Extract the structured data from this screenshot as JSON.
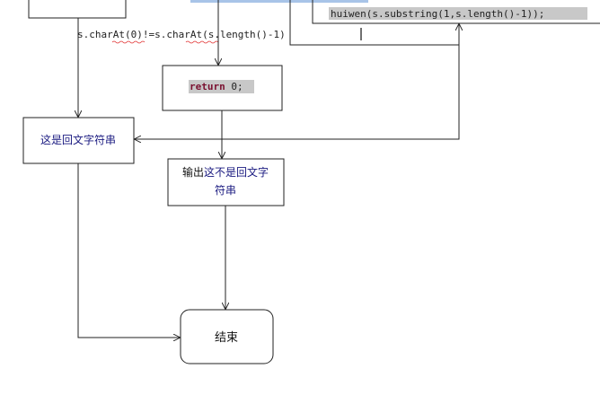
{
  "nodes": {
    "condition_label": "s.charAt(0)!=s.charAt(s.length()-1)",
    "return_box": {
      "keyword": "return",
      "value": "0;"
    },
    "recursive_call": "huiwen(s.substring(1,s.length()-1));",
    "is_palindrome": "这是回文字符串",
    "not_palindrome": {
      "prefix": "输出",
      "line1": "这不是回文字",
      "line2": "符串"
    },
    "end": "结束"
  },
  "colors": {
    "node_text": "#1a1a80",
    "keyword": "#7a1030",
    "code_highlight": "#c8c8c8",
    "spellcheck_underline": "#e03030",
    "top_selection_bar": "#a8c4e8"
  }
}
